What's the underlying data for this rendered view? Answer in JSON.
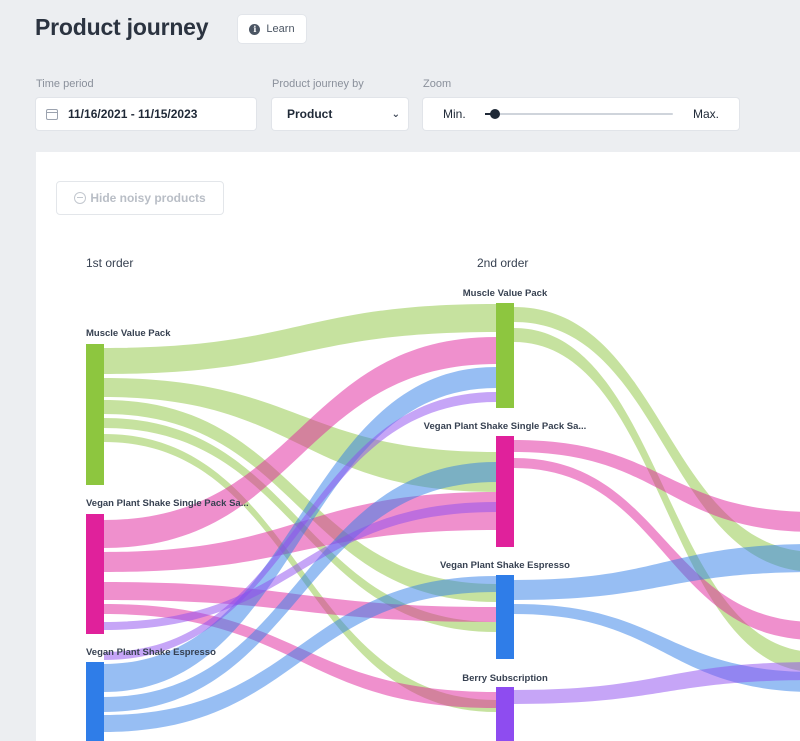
{
  "header": {
    "title": "Product journey",
    "learn_label": "Learn"
  },
  "controls": {
    "time_period_label": "Time period",
    "time_period_value": "11/16/2021 - 11/15/2023",
    "journey_by_label": "Product journey by",
    "journey_by_value": "Product",
    "zoom_label": "Zoom",
    "zoom_min": "Min.",
    "zoom_max": "Max.",
    "zoom_level": 0.05
  },
  "panel": {
    "noisy_button_label": "Hide noisy products",
    "columns": [
      "1st order",
      "2nd order"
    ]
  },
  "sankey": {
    "colors": {
      "Muscle Value Pack": "#8dc63f",
      "Vegan Plant Shake Single Pack Sa...": "#e0219b",
      "Vegan Plant Shake Espresso": "#2f7de8",
      "Berry Subscription": "#8e4cf0"
    },
    "first_order_nodes": [
      "Muscle Value Pack",
      "Vegan Plant Shake Single Pack Sa...",
      "Vegan Plant Shake Espresso"
    ],
    "second_order_nodes": [
      "Muscle Value Pack",
      "Vegan Plant Shake Single Pack Sa...",
      "Vegan Plant Shake Espresso",
      "Berry Subscription"
    ]
  }
}
